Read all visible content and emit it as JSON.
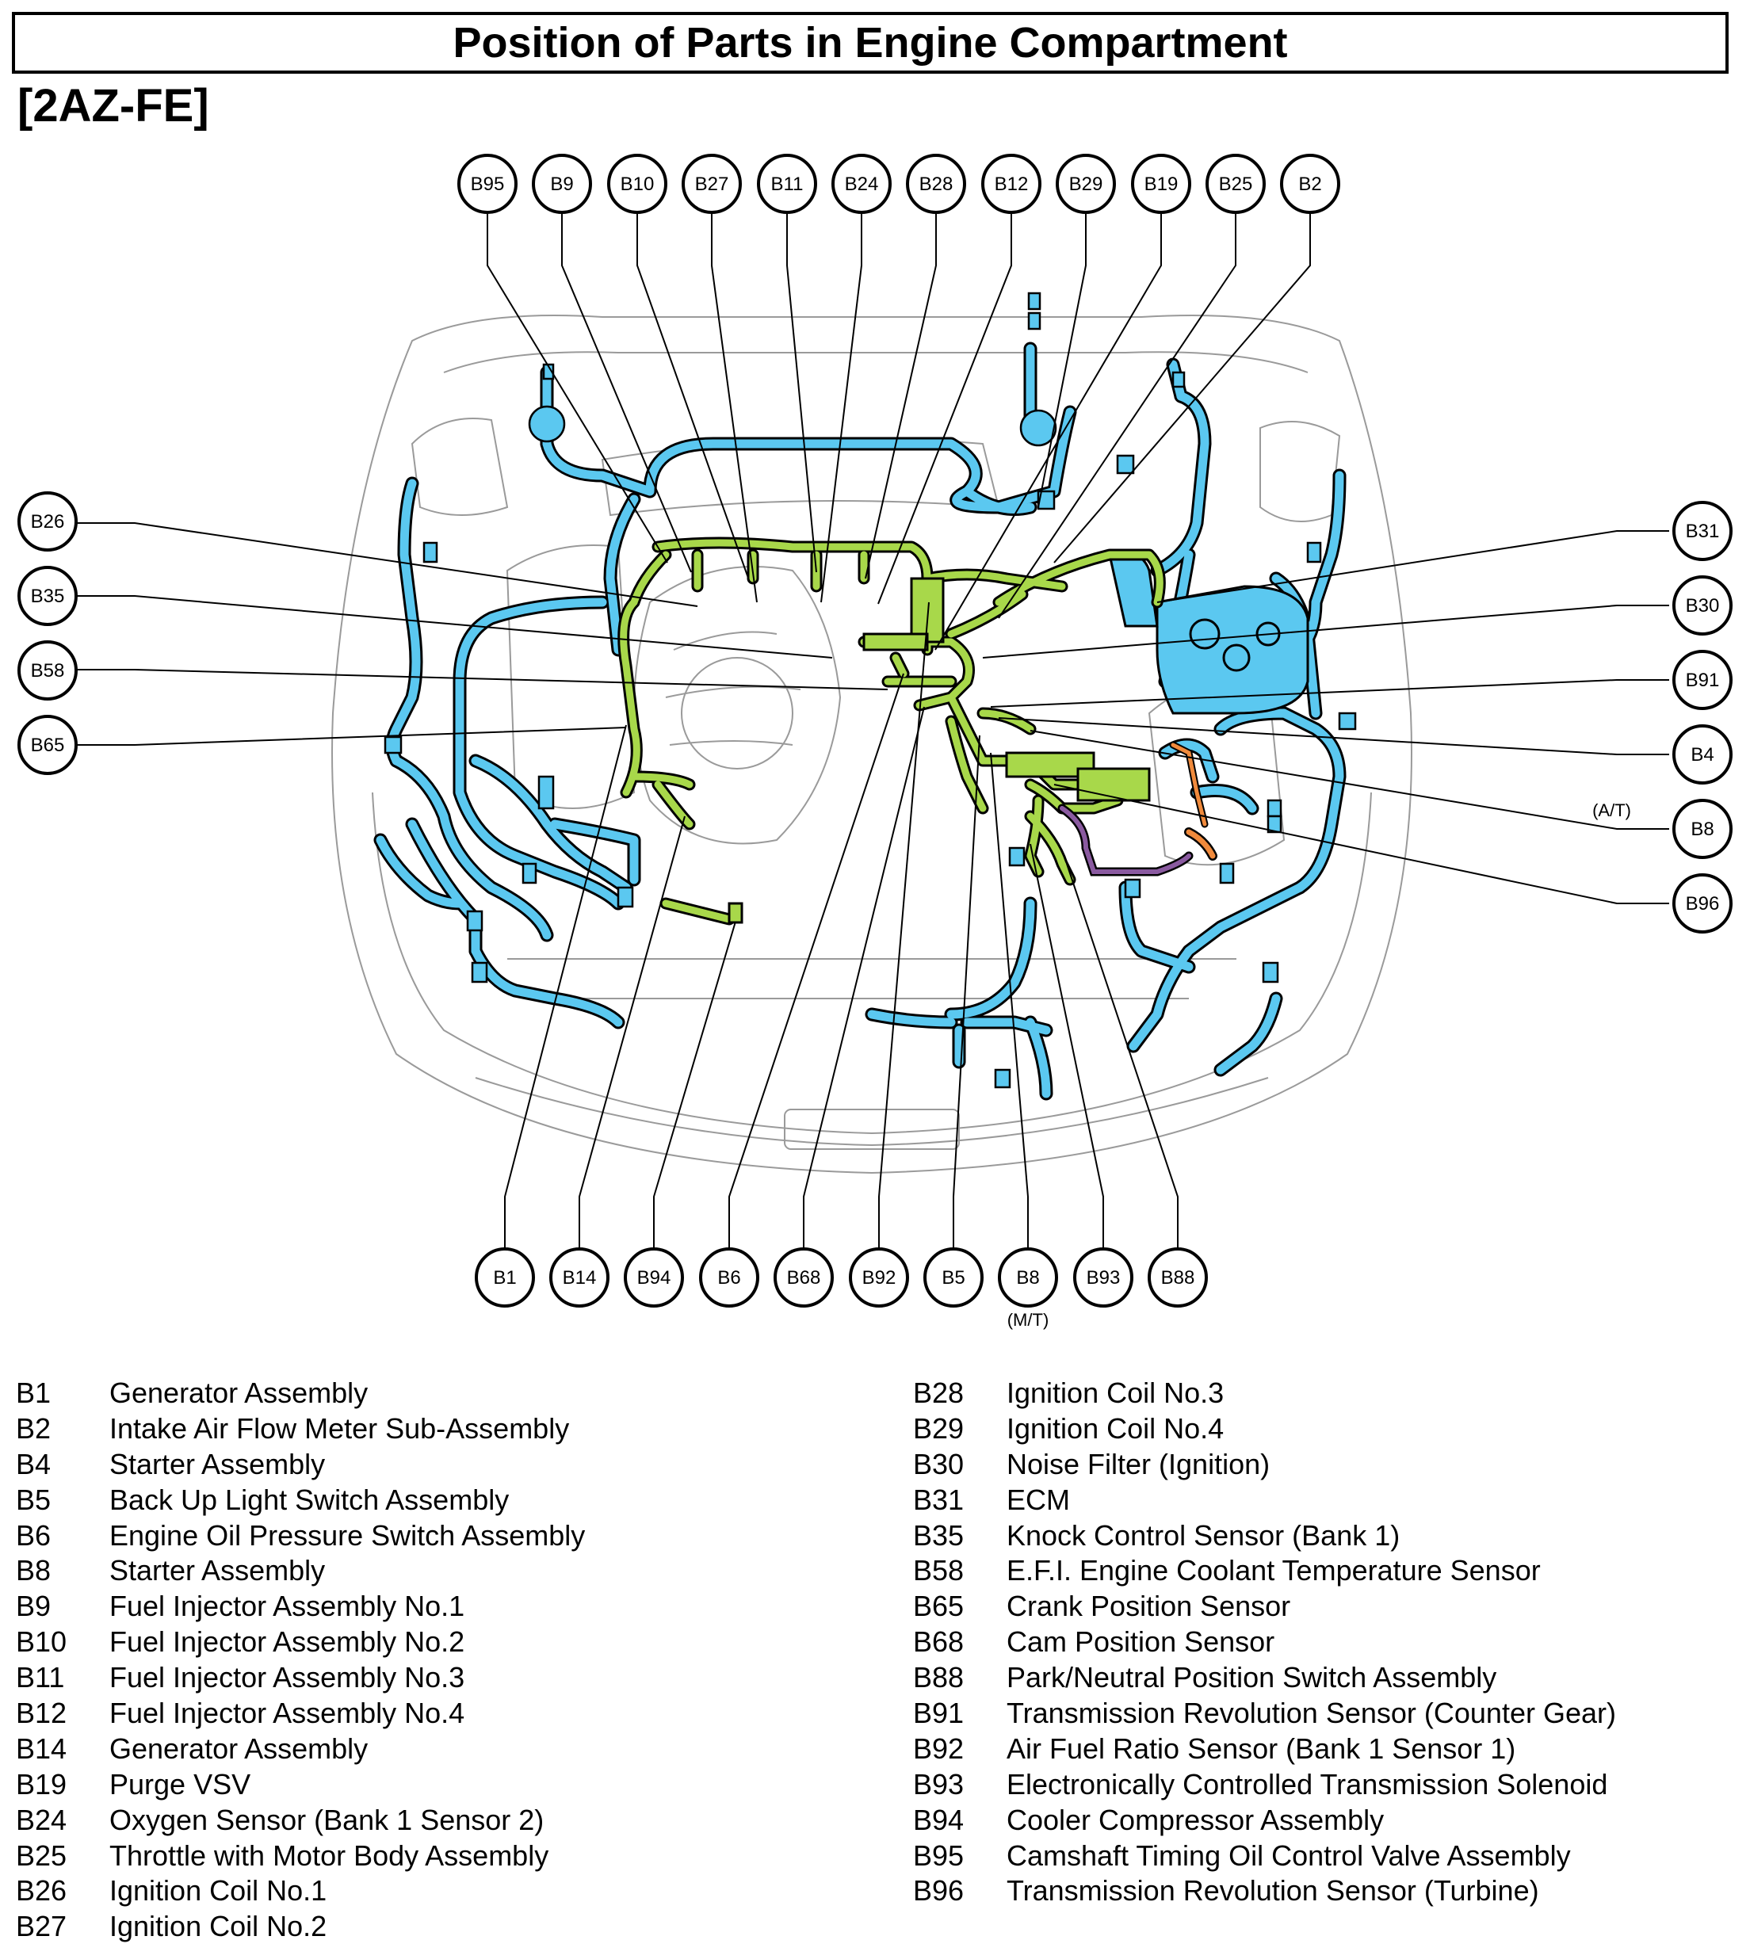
{
  "title": "Position of Parts in Engine Compartment",
  "subtitle": "[2AZ-FE]",
  "colors": {
    "harness_blue": "#5bc8f0",
    "harness_green": "#a8d84a",
    "harness_orange": "#f08a3c",
    "harness_purple": "#8a5aa0",
    "outline": "#000000",
    "body_line": "#9a9a9a"
  },
  "callouts_top": [
    "B95",
    "B9",
    "B10",
    "B27",
    "B11",
    "B24",
    "B28",
    "B12",
    "B29",
    "B19",
    "B25",
    "B2"
  ],
  "callouts_left": [
    "B26",
    "B35",
    "B58",
    "B65"
  ],
  "callouts_right": [
    "B31",
    "B30",
    "B91",
    "B4",
    "B8",
    "B96"
  ],
  "callouts_bottom": [
    "B1",
    "B14",
    "B94",
    "B6",
    "B68",
    "B92",
    "B5",
    "B8",
    "B93",
    "B88"
  ],
  "note_at": "(A/T)",
  "note_mt": "(M/T)",
  "legend_left": [
    {
      "code": "B1",
      "name": "Generator Assembly"
    },
    {
      "code": "B2",
      "name": "Intake Air Flow Meter Sub-Assembly"
    },
    {
      "code": "B4",
      "name": "Starter Assembly"
    },
    {
      "code": "B5",
      "name": "Back Up Light Switch Assembly"
    },
    {
      "code": "B6",
      "name": "Engine Oil Pressure Switch Assembly"
    },
    {
      "code": "B8",
      "name": "Starter Assembly"
    },
    {
      "code": "B9",
      "name": "Fuel Injector Assembly No.1"
    },
    {
      "code": "B10",
      "name": "Fuel Injector Assembly No.2"
    },
    {
      "code": "B11",
      "name": "Fuel Injector Assembly No.3"
    },
    {
      "code": "B12",
      "name": "Fuel Injector Assembly No.4"
    },
    {
      "code": "B14",
      "name": "Generator Assembly"
    },
    {
      "code": "B19",
      "name": "Purge VSV"
    },
    {
      "code": "B24",
      "name": "Oxygen Sensor (Bank 1 Sensor 2)"
    },
    {
      "code": "B25",
      "name": "Throttle with Motor Body Assembly"
    },
    {
      "code": "B26",
      "name": "Ignition Coil No.1"
    },
    {
      "code": "B27",
      "name": "Ignition Coil No.2"
    }
  ],
  "legend_right": [
    {
      "code": "B28",
      "name": "Ignition Coil No.3"
    },
    {
      "code": "B29",
      "name": "Ignition Coil No.4"
    },
    {
      "code": "B30",
      "name": "Noise Filter (Ignition)"
    },
    {
      "code": "B31",
      "name": "ECM"
    },
    {
      "code": "B35",
      "name": "Knock Control Sensor (Bank 1)"
    },
    {
      "code": "B58",
      "name": "E.F.I. Engine Coolant Temperature Sensor"
    },
    {
      "code": "B65",
      "name": "Crank Position Sensor"
    },
    {
      "code": "B68",
      "name": "Cam Position Sensor"
    },
    {
      "code": "B88",
      "name": "Park/Neutral Position Switch Assembly"
    },
    {
      "code": "B91",
      "name": "Transmission Revolution Sensor (Counter Gear)"
    },
    {
      "code": "B92",
      "name": "Air Fuel Ratio Sensor (Bank 1 Sensor 1)"
    },
    {
      "code": "B93",
      "name": "Electronically Controlled Transmission Solenoid"
    },
    {
      "code": "B94",
      "name": "Cooler Compressor Assembly"
    },
    {
      "code": "B95",
      "name": "Camshaft Timing Oil Control Valve Assembly"
    },
    {
      "code": "B96",
      "name": "Transmission Revolution Sensor (Turbine)"
    }
  ]
}
